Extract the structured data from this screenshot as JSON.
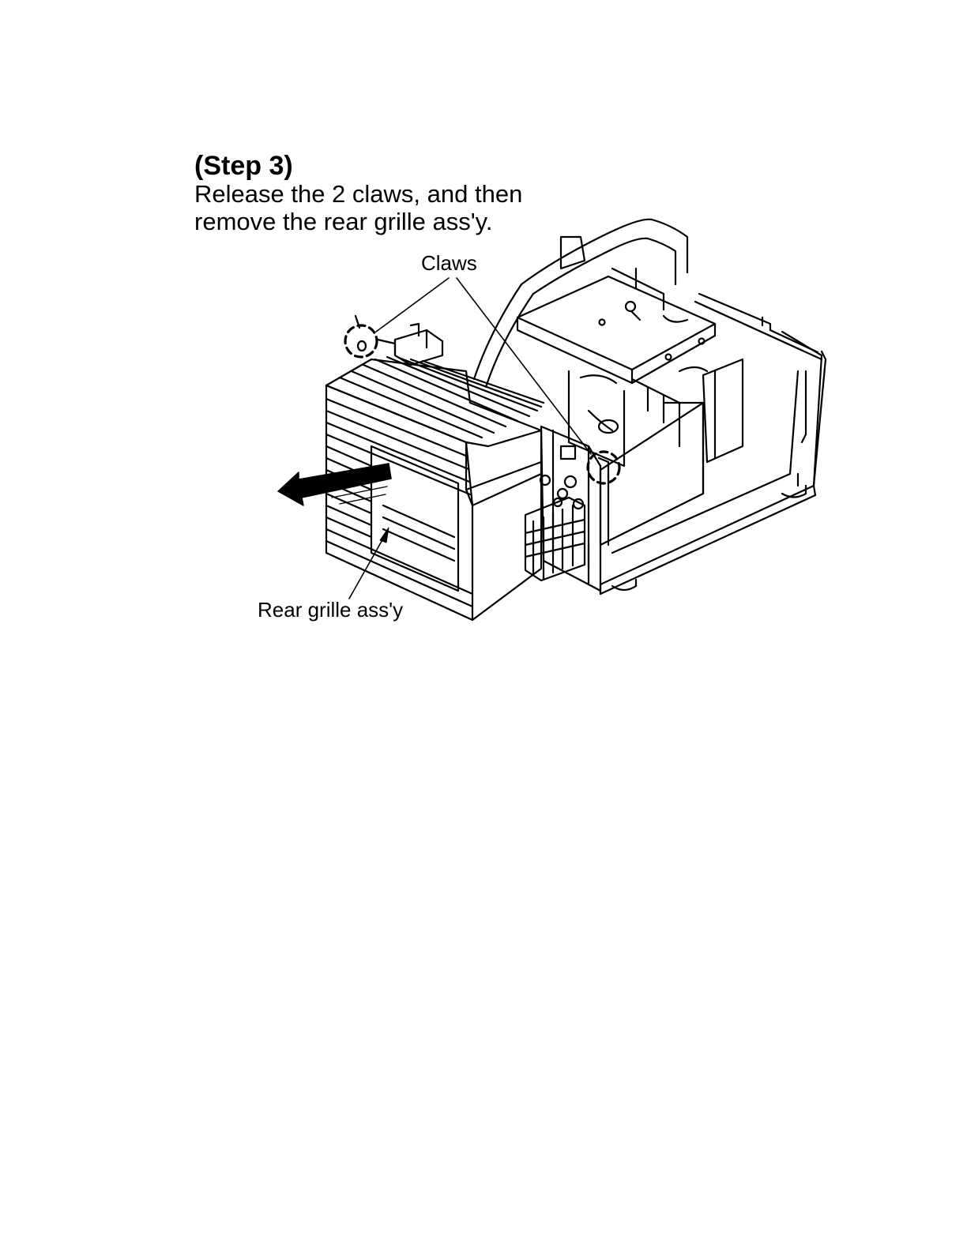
{
  "step": {
    "title": "(Step 3)",
    "instruction_line1": "Release the 2 claws, and then",
    "instruction_line2": "remove the rear grille ass'y."
  },
  "callouts": {
    "claws": "Claws",
    "rear_grille": "Rear grille ass'y"
  }
}
